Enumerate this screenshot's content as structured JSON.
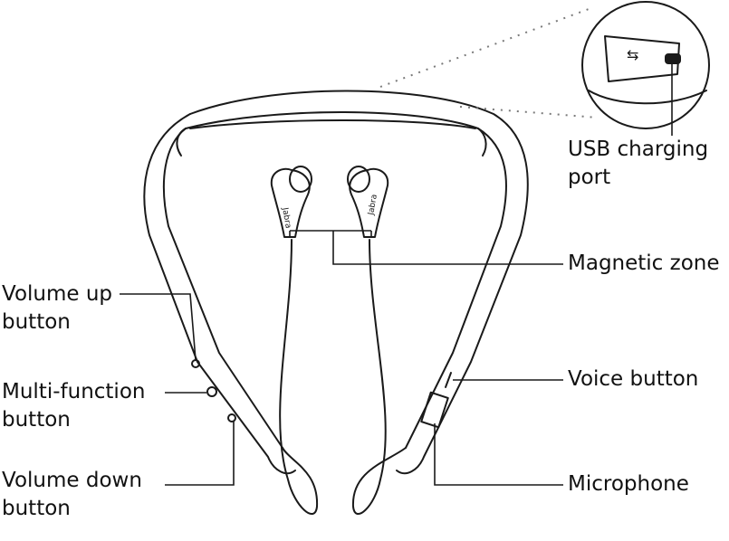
{
  "diagram": {
    "labels": {
      "usb_port": [
        "USB charging",
        "port"
      ],
      "magnetic_zone": [
        "Magnetic zone"
      ],
      "volume_up": [
        "Volume up",
        "button"
      ],
      "multi_function": [
        "Multi-function",
        "button"
      ],
      "volume_down": [
        "Volume down",
        "button"
      ],
      "voice": [
        "Voice button"
      ],
      "microphone": [
        "Microphone"
      ]
    },
    "earbud_brand": "Jabra",
    "colors": {
      "line": "#1a1a1a",
      "text": "#111111",
      "background": "#ffffff"
    }
  }
}
